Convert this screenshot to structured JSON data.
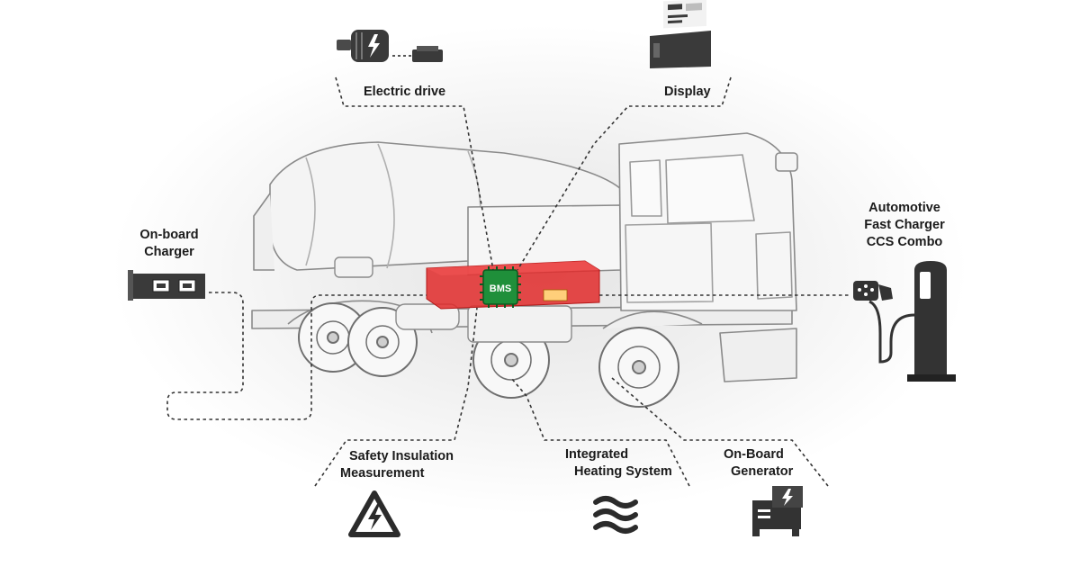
{
  "diagram": {
    "battery": {
      "label": "BMS"
    },
    "labels": {
      "electric_drive": "Electric drive",
      "display": "Display",
      "onboard_charger": [
        "On-board",
        "Charger"
      ],
      "fast_charger": [
        "Automotive",
        "Fast Charger",
        "CCS Combo"
      ],
      "safety_insulation": [
        "Safety Insulation",
        "Measurement"
      ],
      "heating": [
        "Integrated",
        "Heating System"
      ],
      "onboard_generator": [
        "On-Board",
        "Generator"
      ]
    }
  },
  "colors": {
    "battery": "#e02a2a",
    "chip": "#1f8f3a",
    "icons": "#2b2b2b",
    "lines": "#333333"
  },
  "icons": [
    "electric-motor-icon",
    "display-icon",
    "onboard-charger-icon",
    "ev-charging-station-icon",
    "electrical-hazard-warning-icon",
    "heating-waves-icon",
    "generator-icon",
    "bms-chip-icon"
  ]
}
